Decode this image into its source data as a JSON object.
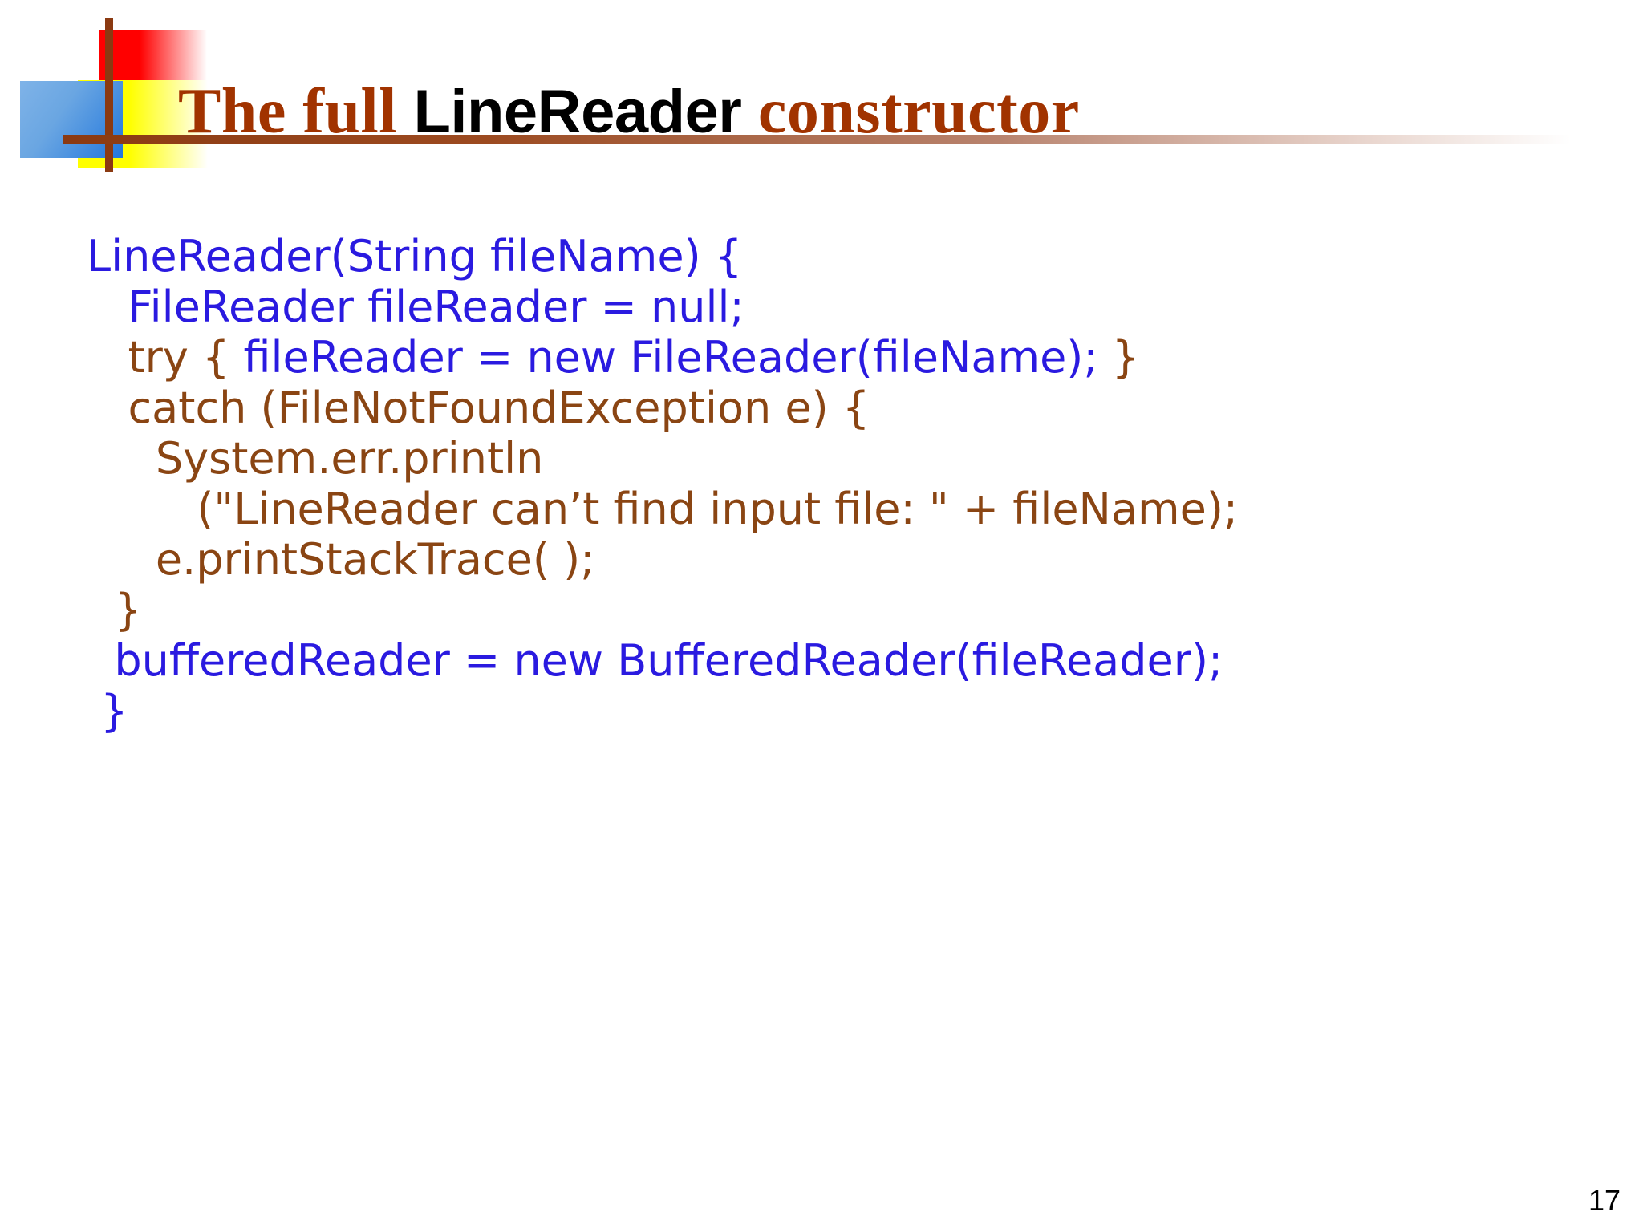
{
  "slide": {
    "background_color": "#ffffff",
    "page_number": "17"
  },
  "logo": {
    "red_color": "#ff0000",
    "blue_color": "#2277dd",
    "yellow_color": "#ffff00",
    "bar_color": "#8b3a12"
  },
  "title": {
    "part1": "The full ",
    "part2": "LineReader",
    "part3": " constructor",
    "serif_color": "#a13300",
    "sans_color": "#000000",
    "full_text": "The full LineReader constructor"
  },
  "code": {
    "blue_color": "#2a1ae0",
    "brown_color": "#8a4513",
    "language": "java",
    "lines": [
      {
        "id": "line-1",
        "tokens": [
          {
            "text": "LineReader(String fileName) {",
            "color": "blue"
          }
        ]
      },
      {
        "id": "line-2",
        "tokens": [
          {
            "text": "   FileReader fileReader = null;",
            "color": "blue"
          }
        ]
      },
      {
        "id": "line-3",
        "tokens": [
          {
            "text": "   try { ",
            "color": "brown"
          },
          {
            "text": "fileReader = new FileReader(fileName); ",
            "color": "blue"
          },
          {
            "text": "}",
            "color": "brown"
          }
        ]
      },
      {
        "id": "line-4",
        "tokens": [
          {
            "text": "   catch (FileNotFoundException e) {",
            "color": "brown"
          }
        ]
      },
      {
        "id": "line-5",
        "tokens": [
          {
            "text": "     System.err.println",
            "color": "brown"
          }
        ]
      },
      {
        "id": "line-6",
        "tokens": [
          {
            "text": "        (\"LineReader can’t find input file: \" + fileName);",
            "color": "brown"
          }
        ]
      },
      {
        "id": "line-7",
        "tokens": [
          {
            "text": "     e.printStackTrace( );",
            "color": "brown"
          }
        ]
      },
      {
        "id": "line-8",
        "tokens": [
          {
            "text": "  }",
            "color": "brown"
          }
        ]
      },
      {
        "id": "line-9",
        "tokens": [
          {
            "text": "  bufferedReader = new BufferedReader(fileReader);",
            "color": "blue"
          }
        ]
      },
      {
        "id": "line-10",
        "tokens": [
          {
            "text": " }",
            "color": "blue"
          }
        ]
      }
    ]
  }
}
